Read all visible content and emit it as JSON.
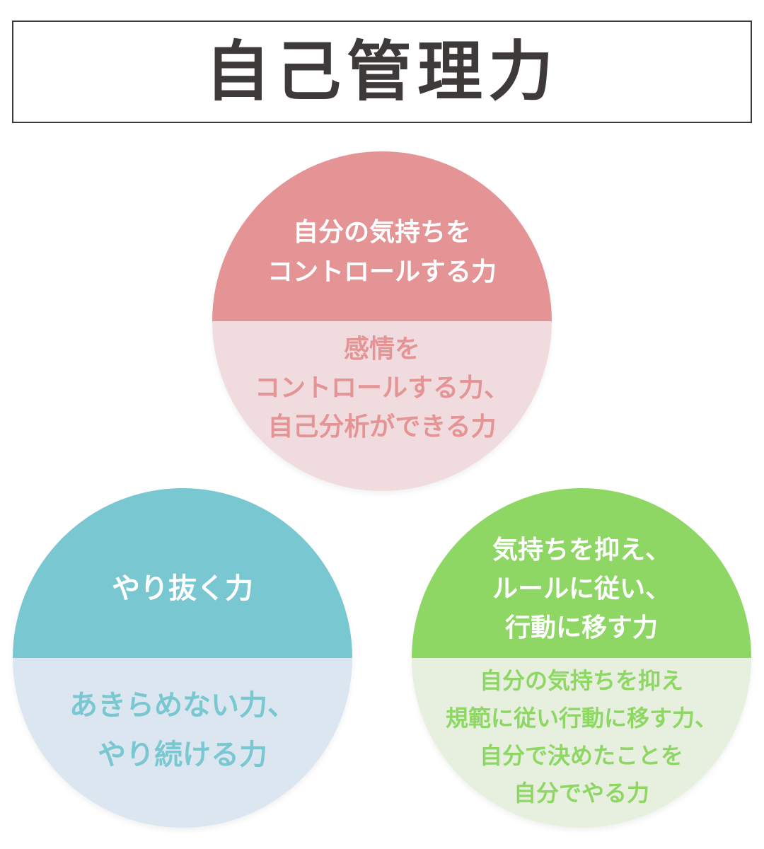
{
  "title": "自己管理力",
  "colors": {
    "title_text": "#3e3a39",
    "title_border": "#3e3a39",
    "pink_dark": "#e59496",
    "pink_light": "#f0dcde",
    "teal_dark": "#79c7d0",
    "teal_light": "#dce6f0",
    "green_dark": "#8ed764",
    "green_light": "#e7f0de"
  },
  "circles": [
    {
      "position": "top-center",
      "heading_lines": [
        "自分の気持ちを",
        "コントロールする力"
      ],
      "description_lines": [
        "感情を",
        "コントロールする力、",
        "自己分析ができる力"
      ]
    },
    {
      "position": "bottom-left",
      "heading_lines": [
        "やり抜く力"
      ],
      "description_lines": [
        "あきらめない力、",
        "やり続ける力"
      ]
    },
    {
      "position": "bottom-right",
      "heading_lines": [
        "気持ちを抑え、",
        "ルールに従い、",
        "行動に移す力"
      ],
      "description_lines": [
        "自分の気持ちを抑え",
        "規範に従い行動に移す力、",
        "自分で決めたことを",
        "自分でやる力"
      ]
    }
  ]
}
